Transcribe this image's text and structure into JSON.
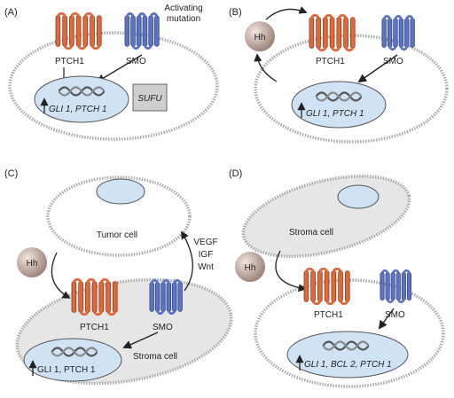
{
  "panels": {
    "A": {
      "letter": "(A)",
      "annotation_line1": "Activating",
      "annotation_line2": "mutation",
      "ptch_label": "PTCH1",
      "smo_label": "SMO",
      "genes": "GLI 1, PTCH 1",
      "sufu": "SUFU"
    },
    "B": {
      "letter": "(B)",
      "ligand": "Hh",
      "ptch_label": "PTCH1",
      "smo_label": "SMO",
      "genes": "GLI 1, PTCH 1"
    },
    "C": {
      "letter": "(C)",
      "tumor_cell": "Tumor cell",
      "ligand": "Hh",
      "factors": [
        "VEGF",
        "IGF",
        "Wnt"
      ],
      "ptch_label": "PTCH1",
      "smo_label": "SMO",
      "genes": "GLI 1, PTCH 1",
      "stroma_cell": "Stroma cell"
    },
    "D": {
      "letter": "(D)",
      "stroma_cell": "Stroma cell",
      "ligand": "Hh",
      "ptch_label": "PTCH1",
      "smo_label": "SMO",
      "genes": "GLI 1, BCL 2, PTCH 1"
    }
  },
  "colors": {
    "ptch": "#e0683a",
    "smo": "#5b74c6",
    "nucleus": "#cfe3f5",
    "stroma": "#e6e6e6",
    "hh": "#a88f86"
  }
}
